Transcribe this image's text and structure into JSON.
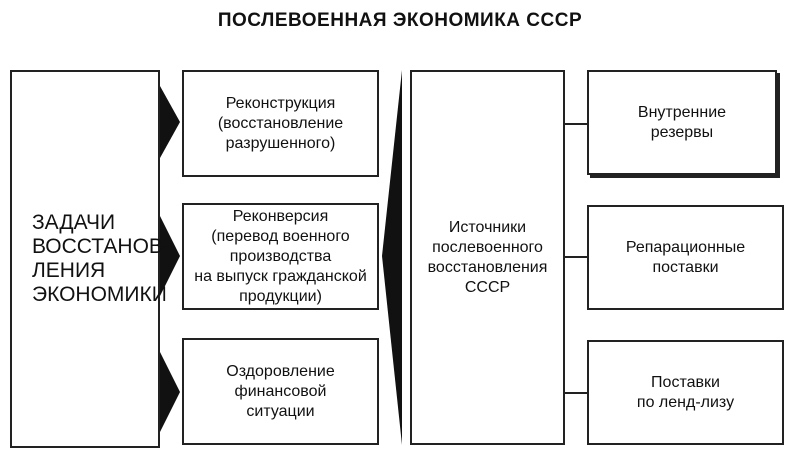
{
  "title": "ПОСЛЕВОЕННАЯ ЭКОНОМИКА СССР",
  "tasks_box": "ЗАДАЧИ\nВОССТАНОВ-\nЛЕНИЯ\nЭКОНОМИКИ",
  "tasks": [
    "Реконструкция\n(восстановление\nразрушенного)",
    "Реконверсия\n(перевод военного\nпроизводства\nна выпуск гражданской\nпродукции)",
    "Оздоровление\nфинансовой\nситуации"
  ],
  "sources_box": "Источники\nпослевоенного\nвосстановления\nСССР",
  "sources": [
    "Внутренние\nрезервы",
    "Репарационные\nпоставки",
    "Поставки\nпо ленд-лизу"
  ]
}
